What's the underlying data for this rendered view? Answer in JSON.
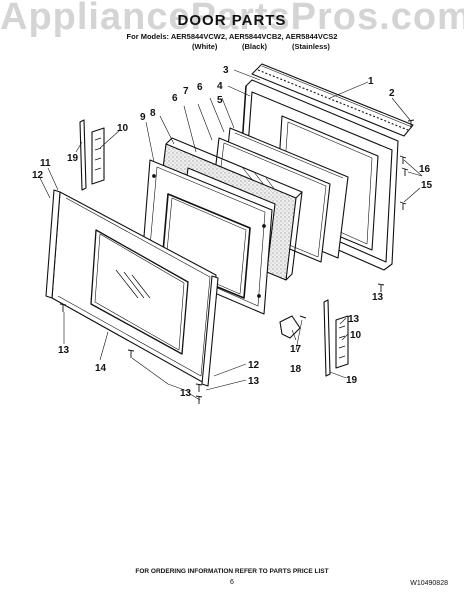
{
  "header": {
    "watermark": "AppliancePartsPros.com",
    "title": "DOOR PARTS",
    "models": "For Models: AER5844VCW2, AER5844VCB2, AER5844VCS2",
    "finish_white": "(White)",
    "finish_black": "(Black)",
    "finish_stainless": "(Stainless)"
  },
  "callouts": {
    "c1": "1",
    "c2": "2",
    "c3": "3",
    "c4": "4",
    "c5": "5",
    "c6a": "6",
    "c6b": "6",
    "c7": "7",
    "c8": "8",
    "c9": "9",
    "c10a": "10",
    "c10b": "10",
    "c11": "11",
    "c12a": "12",
    "c12b": "12",
    "c13a": "13",
    "c13b": "13",
    "c13c": "13",
    "c13d": "13",
    "c13e": "13",
    "c14": "14",
    "c15": "15",
    "c16": "16",
    "c17": "17",
    "c18": "18",
    "c19a": "19",
    "c19b": "19"
  },
  "footer": {
    "ordering": "FOR ORDERING INFORMATION REFER TO PARTS PRICE LIST",
    "page": "6",
    "doc_number": "W10490828"
  },
  "colors": {
    "line": "#111111",
    "insulation": "#e6e6e6",
    "glass": "#ffffff"
  }
}
